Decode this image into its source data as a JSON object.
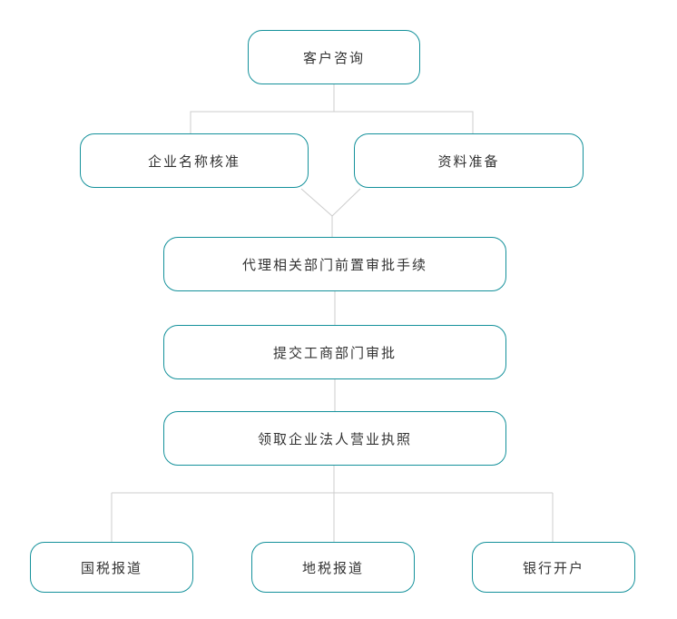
{
  "flowchart": {
    "description": "company registration process flowchart",
    "colors": {
      "node_border": "#14919b",
      "connector": "#cccccc",
      "text": "#333333",
      "background": "#ffffff"
    },
    "nodes": [
      {
        "id": "customer-inquiry",
        "label": "客户咨询"
      },
      {
        "id": "name-approval",
        "label": "企业名称核准"
      },
      {
        "id": "material-preparation",
        "label": "资料准备"
      },
      {
        "id": "pre-approval",
        "label": "代理相关部门前置审批手续"
      },
      {
        "id": "submit-approval",
        "label": "提交工商部门审批"
      },
      {
        "id": "license",
        "label": "领取企业法人营业执照"
      },
      {
        "id": "national-tax",
        "label": "国税报道"
      },
      {
        "id": "local-tax",
        "label": "地税报道"
      },
      {
        "id": "bank-account",
        "label": "银行开户"
      }
    ],
    "edges": [
      {
        "from": "customer-inquiry",
        "to": "name-approval"
      },
      {
        "from": "customer-inquiry",
        "to": "material-preparation"
      },
      {
        "from": "name-approval",
        "to": "pre-approval"
      },
      {
        "from": "material-preparation",
        "to": "pre-approval"
      },
      {
        "from": "pre-approval",
        "to": "submit-approval"
      },
      {
        "from": "submit-approval",
        "to": "license"
      },
      {
        "from": "license",
        "to": "national-tax"
      },
      {
        "from": "license",
        "to": "local-tax"
      },
      {
        "from": "license",
        "to": "bank-account"
      }
    ]
  }
}
